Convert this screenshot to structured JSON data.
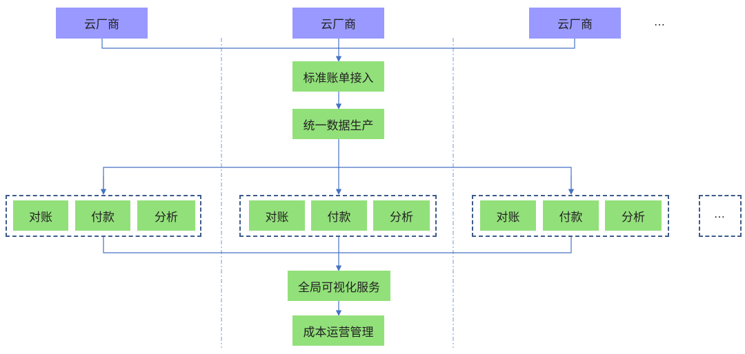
{
  "clouds": [
    "云厂商",
    "云厂商",
    "云厂商"
  ],
  "more_top": "…",
  "access": "标准账单接入",
  "production": "统一数据生产",
  "groups": [
    [
      "对账",
      "付款",
      "分析"
    ],
    [
      "对账",
      "付款",
      "分析"
    ],
    [
      "对账",
      "付款",
      "分析"
    ]
  ],
  "more_group": "…",
  "visual": "全局可视化服务",
  "cost": "成本运营管理",
  "colors": {
    "cloud_box": "#9999ff",
    "process_box": "#92e07a",
    "arrow": "#4472c4",
    "group_border": "#3b5a8a",
    "separator": "#6b9bd1"
  }
}
